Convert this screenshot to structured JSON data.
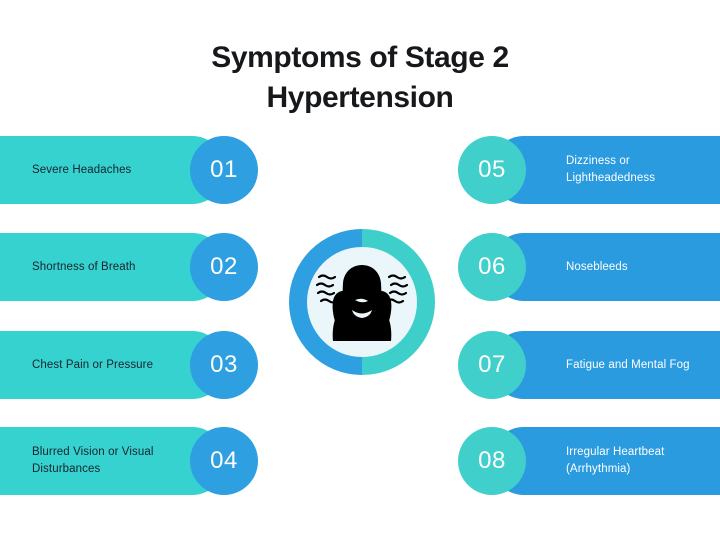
{
  "title": {
    "line1": "Symptoms of Stage 2",
    "line2": "Hypertension"
  },
  "colors": {
    "teal": "#36D2D0",
    "teal_circle": "#41CFCB",
    "blue": "#2B9BE0",
    "blue_circle": "#2E9FE0",
    "dark_text": "#16242e",
    "light_text": "#ffffff",
    "background": "#ffffff",
    "inner_circle": "#EAF6FA"
  },
  "left_column": [
    {
      "number": "01",
      "label": "Severe Headaches"
    },
    {
      "number": "02",
      "label": "Shortness of Breath"
    },
    {
      "number": "03",
      "label": "Chest Pain or Pressure"
    },
    {
      "number": "04",
      "label": "Blurred Vision or Visual Disturbances"
    }
  ],
  "right_column": [
    {
      "number": "05",
      "label": "Dizziness or Lightheadedness"
    },
    {
      "number": "06",
      "label": "Nosebleeds"
    },
    {
      "number": "07",
      "label": "Fatigue and Mental Fog"
    },
    {
      "number": "08",
      "label": "Irregular Heartbeat (Arrhythmia)"
    }
  ],
  "center_illustration": {
    "icon": "person-headache-icon",
    "description": "Silhouette of a person holding their head with pain lines"
  }
}
